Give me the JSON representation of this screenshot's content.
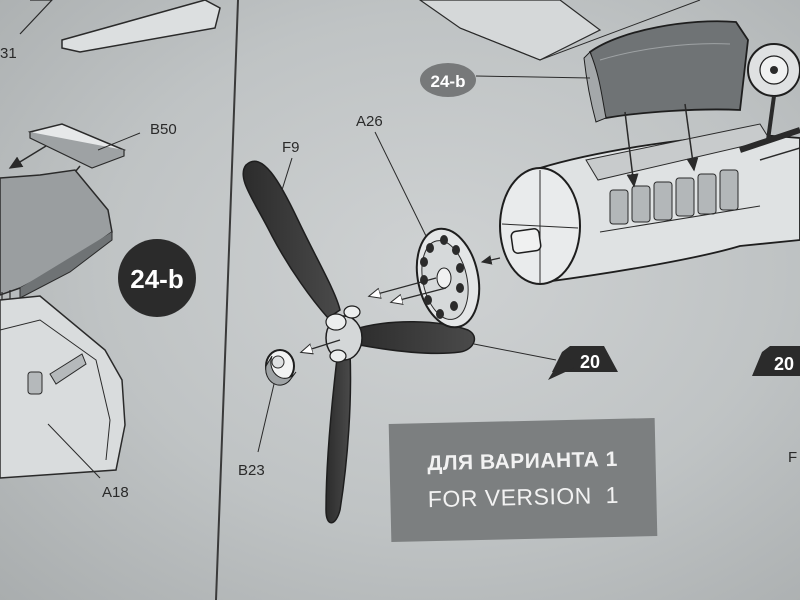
{
  "labels": {
    "b50": "B50",
    "f9": "F9",
    "a26": "A26",
    "b23": "B23",
    "a18": "A18",
    "partial_31": "31",
    "partial_f": "F"
  },
  "badges": {
    "step_ref_left": "24-b",
    "step_ref_top": "24-b",
    "next_step": "20",
    "next_step_right": "20"
  },
  "version_box": {
    "russian": "ДЛЯ ВАРИАНТА 1",
    "english": "FOR VERSION  1"
  },
  "colors": {
    "paper": "#c7cacb",
    "ink": "#2a2a2a",
    "badge": "#2b2b2b",
    "version_box": "#7c7f80"
  }
}
